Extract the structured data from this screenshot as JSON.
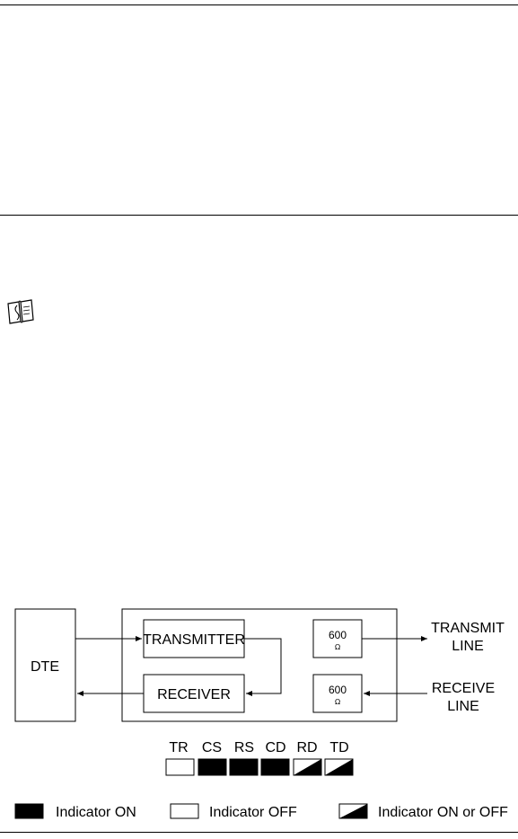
{
  "diagram": {
    "dte_label": "DTE",
    "transmitter_label": "TRANSMITTER",
    "receiver_label": "RECEIVER",
    "impedance_top": {
      "value": "600",
      "unit": "Ω"
    },
    "impedance_bottom": {
      "value": "600",
      "unit": "Ω"
    },
    "transmit_line": {
      "line1": "TRANSMIT",
      "line2": "LINE"
    },
    "receive_line": {
      "line1": "RECEIVE",
      "line2": "LINE"
    }
  },
  "indicators": [
    {
      "label": "TR",
      "state": "off"
    },
    {
      "label": "CS",
      "state": "on"
    },
    {
      "label": "RS",
      "state": "on"
    },
    {
      "label": "CD",
      "state": "on"
    },
    {
      "label": "RD",
      "state": "on_or_off"
    },
    {
      "label": "TD",
      "state": "on_or_off"
    }
  ],
  "legend": {
    "on": "Indicator ON",
    "off": "Indicator OFF",
    "on_or_off": "Indicator ON or OFF"
  },
  "icons": {
    "note": "book-note-icon"
  }
}
